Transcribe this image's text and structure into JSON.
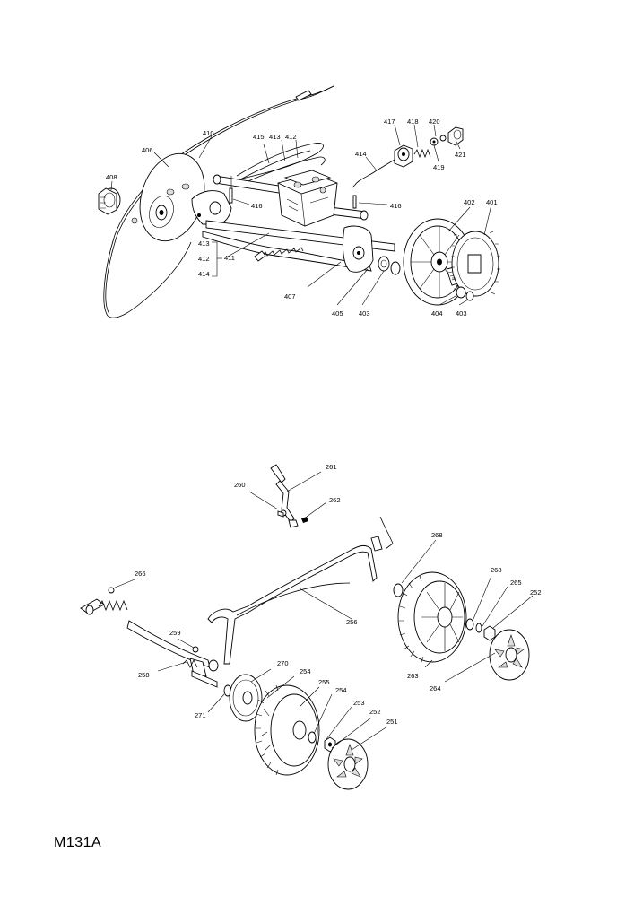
{
  "drawing_code": "M131A",
  "callouts_upper": [
    "410",
    "406",
    "408",
    "415",
    "413",
    "412",
    "417",
    "418",
    "420",
    "419",
    "421",
    "414",
    "416",
    "416",
    "402",
    "401",
    "413",
    "412",
    "411",
    "414",
    "407",
    "405",
    "403",
    "404",
    "403"
  ],
  "callouts_lower": [
    "261",
    "260",
    "262",
    "268",
    "266",
    "268",
    "265",
    "252",
    "256",
    "259",
    "258",
    "270",
    "254",
    "255",
    "254",
    "253",
    "252",
    "251",
    "271",
    "263",
    "264"
  ]
}
